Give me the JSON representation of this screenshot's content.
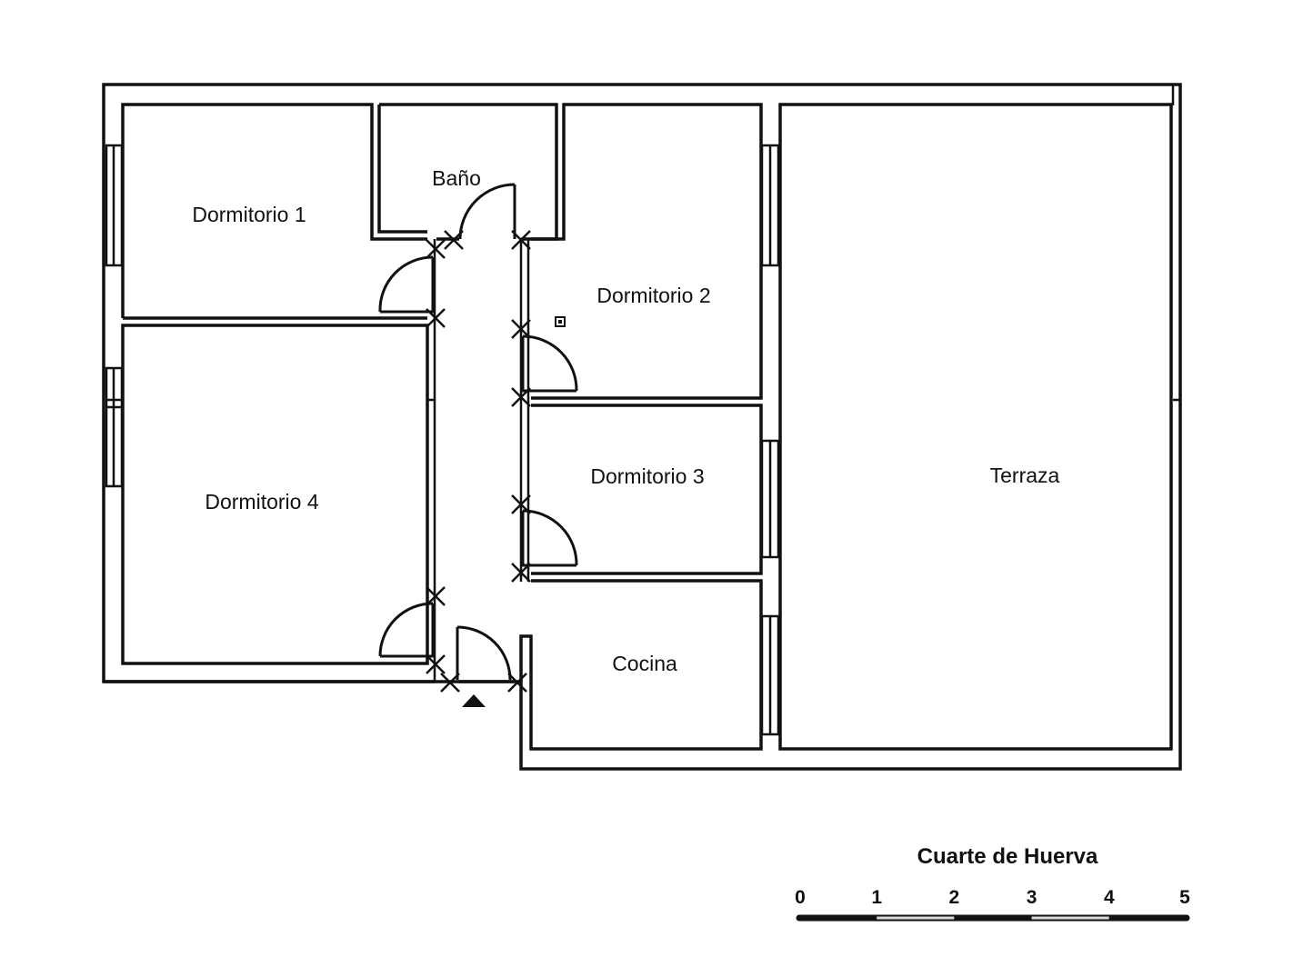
{
  "rooms": {
    "dormitorio_1": "Dormitorio 1",
    "bano": "Baño",
    "dormitorio_2": "Dormitorio 2",
    "dormitorio_3": "Dormitorio 3",
    "dormitorio_4": "Dormitorio 4",
    "terraza": "Terraza",
    "cocina": "Cocina"
  },
  "caption": "Cuarte de Huerva",
  "scale": {
    "ticks": [
      "0",
      "1",
      "2",
      "3",
      "4",
      "5"
    ],
    "unit_count": 5
  },
  "colors": {
    "line": "#111111",
    "background": "#ffffff"
  },
  "icons": {
    "entrance": "entrance-arrow-icon",
    "fixture": "small-square-icon"
  }
}
